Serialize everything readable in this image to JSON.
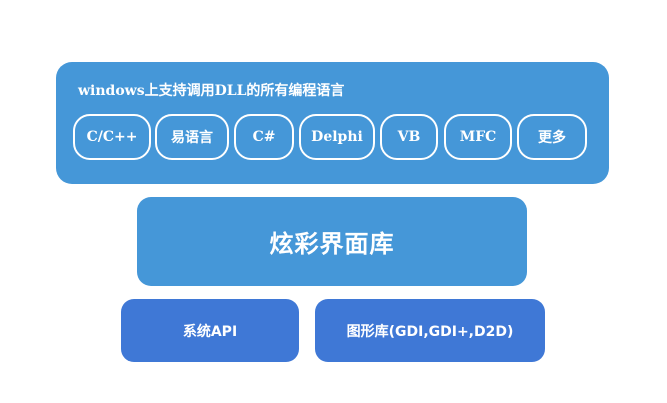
{
  "languages_panel": {
    "title": "windows上支持调用DLL的所有编程语言",
    "items": [
      "C/C++",
      "易语言",
      "C#",
      "Delphi",
      "VB",
      "MFC",
      "更多"
    ]
  },
  "core": {
    "label": "炫彩界面库"
  },
  "foundation": {
    "left_label": "系统API",
    "right_label": "图形库(GDI,GDI+,D2D)"
  },
  "colors": {
    "panel_blue": "#4597d8",
    "base_blue": "#3f78d6",
    "text": "#ffffff"
  }
}
